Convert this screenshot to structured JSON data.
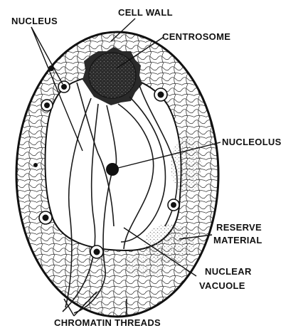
{
  "labels": {
    "nucleus": "NUCLEUS",
    "cell_wall": "CELL WALL",
    "centrosome": "CENTROSOME",
    "nucleolus": "NUCLEOLUS",
    "reserve_1": "RESERVE",
    "reserve_2": "MATERIAL",
    "vacuole_1": "NUCLEAR",
    "vacuole_2": "VACUOLE",
    "chromatin": "CHROMATIN THREADS"
  },
  "colors": {
    "ink": "#111111",
    "background": "#ffffff",
    "stipple": "#6f6f6f",
    "reserve_shade": "#9a9a9a"
  }
}
